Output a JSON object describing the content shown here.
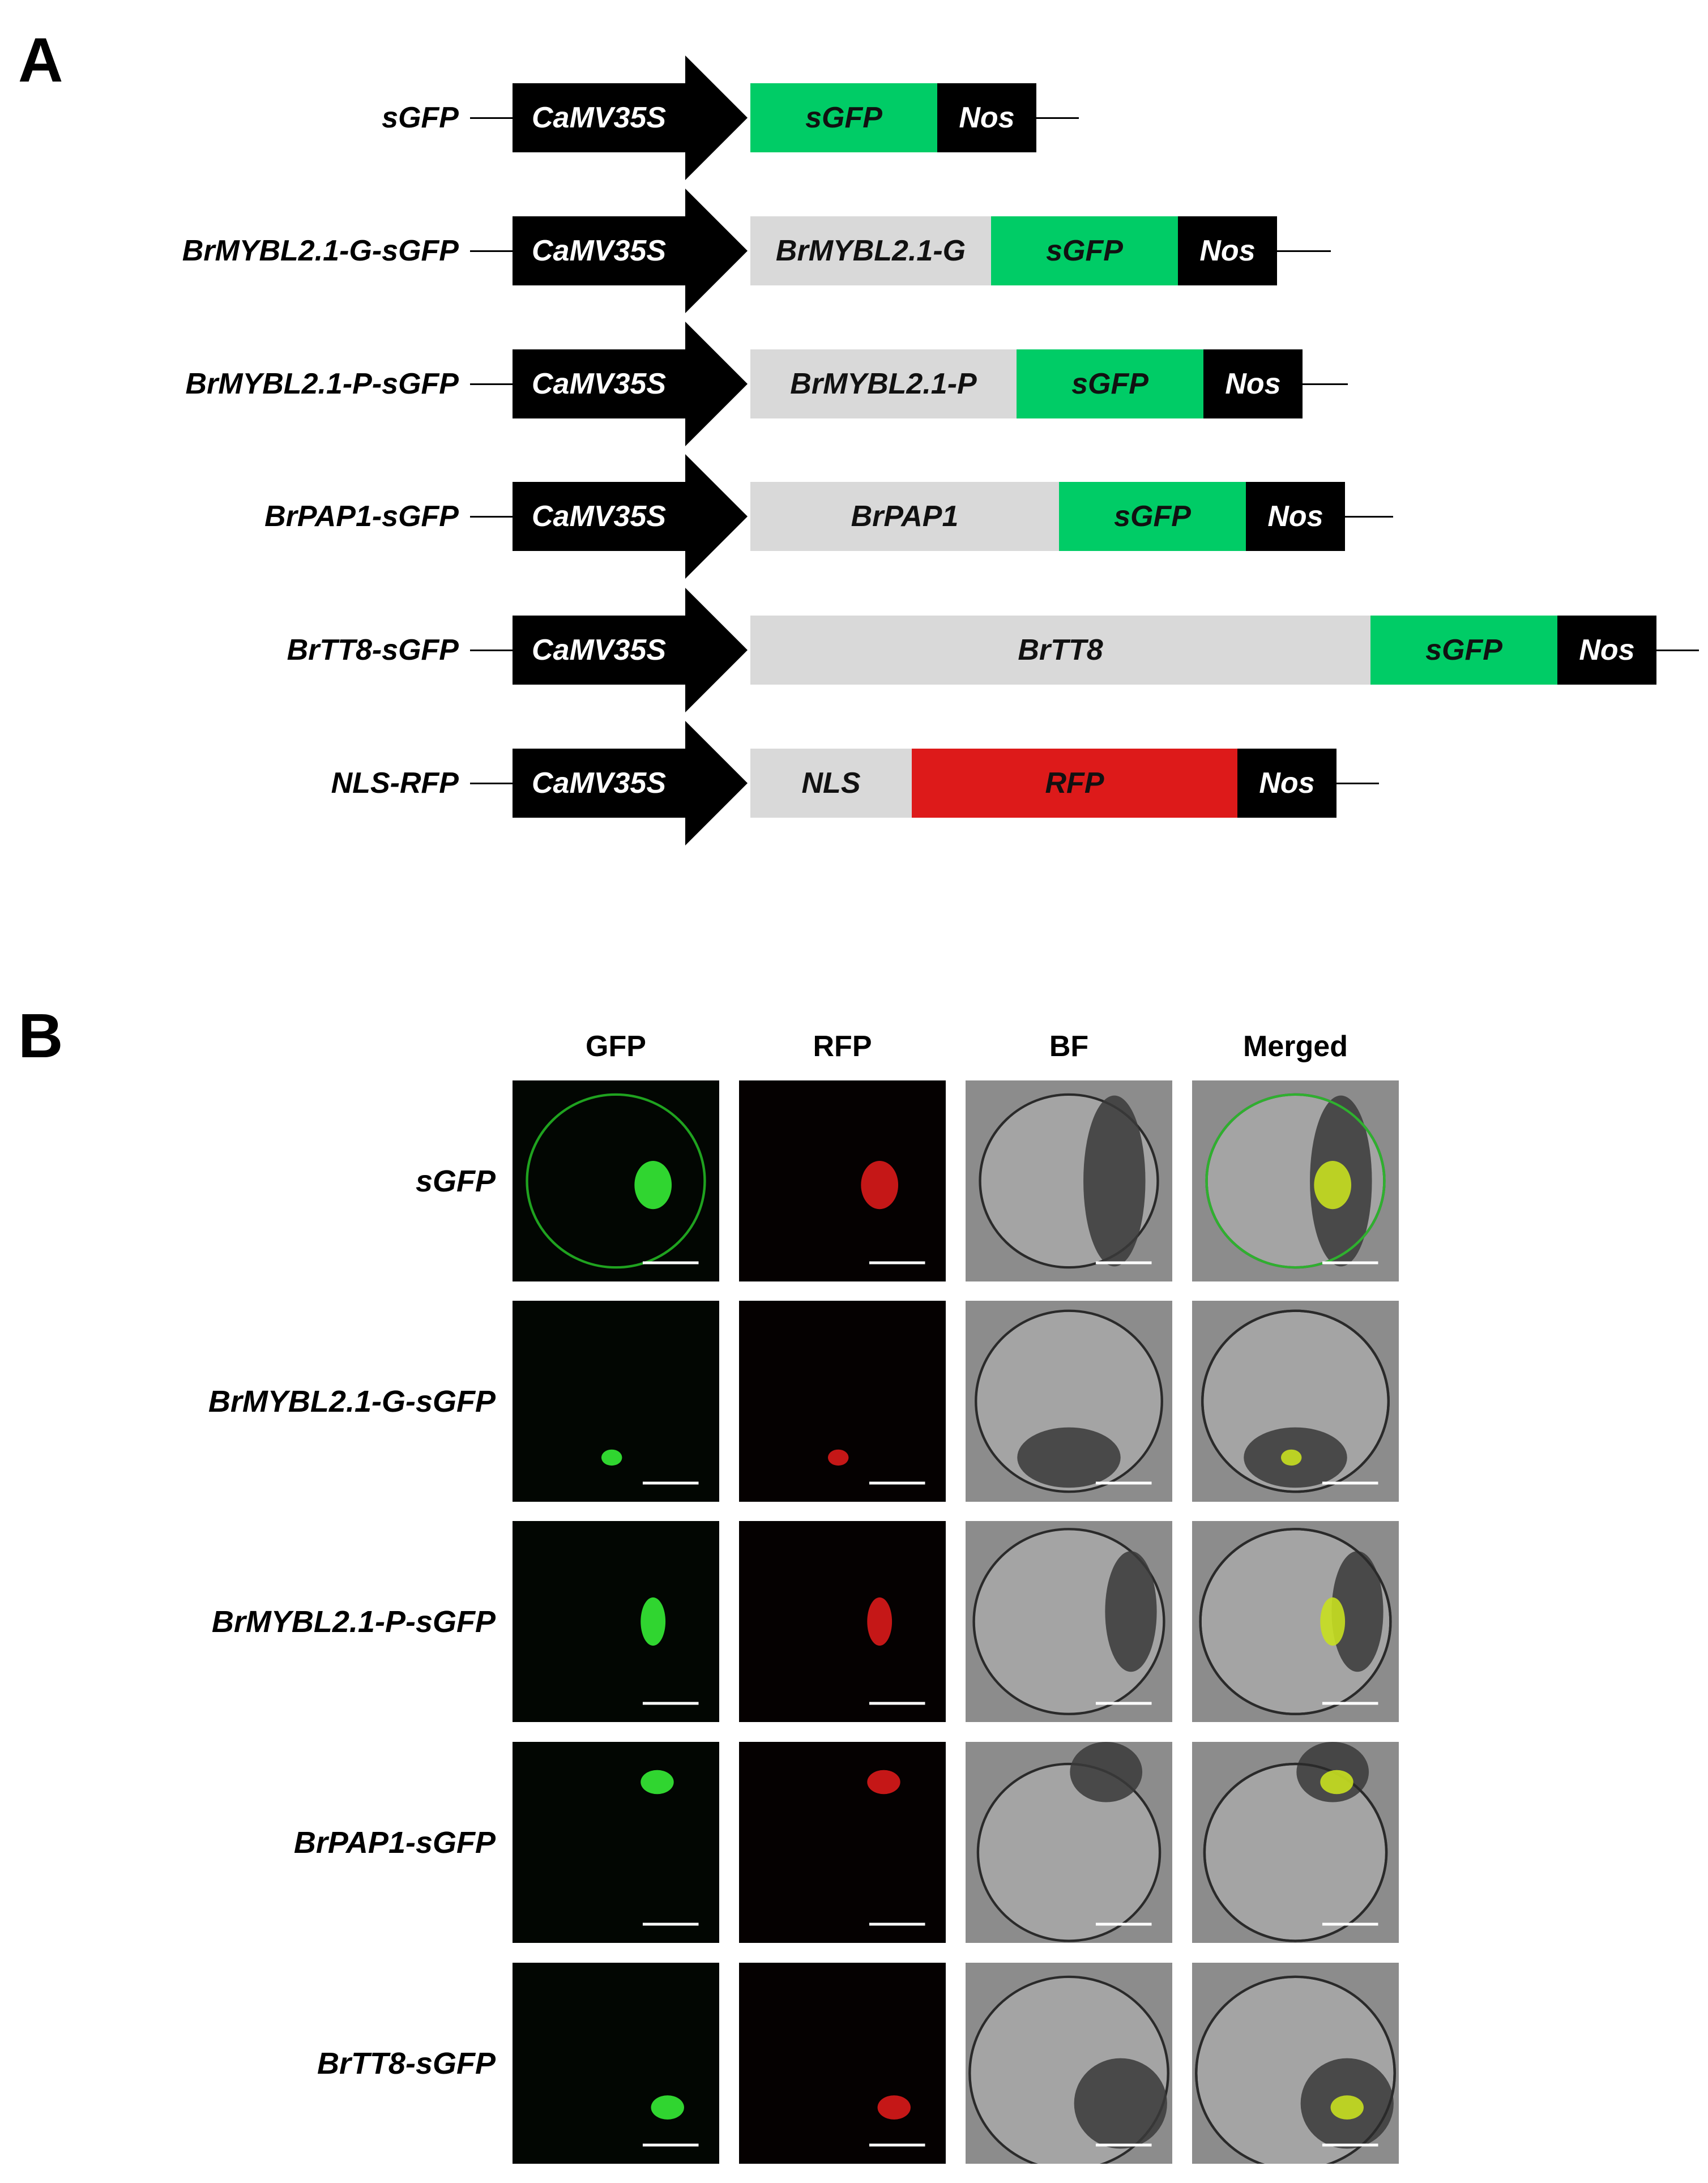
{
  "panel_a": {
    "letter": "A",
    "promoter_label": "CaMV35S",
    "terminator_label": "Nos",
    "constructs": [
      {
        "name": "sGFP",
        "segments": [
          {
            "label": "sGFP",
            "type": "gfp"
          },
          {
            "label": "Nos",
            "type": "term"
          }
        ]
      },
      {
        "name": "BrMYBL2.1-G-sGFP",
        "segments": [
          {
            "label": "BrMYBL2.1-G",
            "type": "gene"
          },
          {
            "label": "sGFP",
            "type": "gfp"
          },
          {
            "label": "Nos",
            "type": "term"
          }
        ]
      },
      {
        "name": "BrMYBL2.1-P-sGFP",
        "segments": [
          {
            "label": "BrMYBL2.1-P",
            "type": "gene"
          },
          {
            "label": "sGFP",
            "type": "gfp"
          },
          {
            "label": "Nos",
            "type": "term"
          }
        ]
      },
      {
        "name": "BrPAP1-sGFP",
        "segments": [
          {
            "label": "BrPAP1",
            "type": "gene"
          },
          {
            "label": "sGFP",
            "type": "gfp"
          },
          {
            "label": "Nos",
            "type": "term"
          }
        ]
      },
      {
        "name": "BrTT8-sGFP",
        "segments": [
          {
            "label": "BrTT8",
            "type": "gene"
          },
          {
            "label": "sGFP",
            "type": "gfp"
          },
          {
            "label": "Nos",
            "type": "term"
          }
        ]
      },
      {
        "name": "NLS-RFP",
        "segments": [
          {
            "label": "NLS",
            "type": "gene"
          },
          {
            "label": "RFP",
            "type": "rfp"
          },
          {
            "label": "Nos",
            "type": "term"
          }
        ]
      }
    ],
    "colors": {
      "promoter": "#000000",
      "gfp": "#00cc66",
      "rfp": "#dd1a1a",
      "gene": "#d9d9d9",
      "term": "#000000"
    }
  },
  "panel_b": {
    "letter": "B",
    "columns": [
      "GFP",
      "RFP",
      "BF",
      "Merged"
    ],
    "rows": [
      "sGFP",
      "BrMYBL2.1-G-sGFP",
      "BrMYBL2.1-P-sGFP",
      "BrPAP1-sGFP",
      "BrTT8-sGFP"
    ]
  }
}
